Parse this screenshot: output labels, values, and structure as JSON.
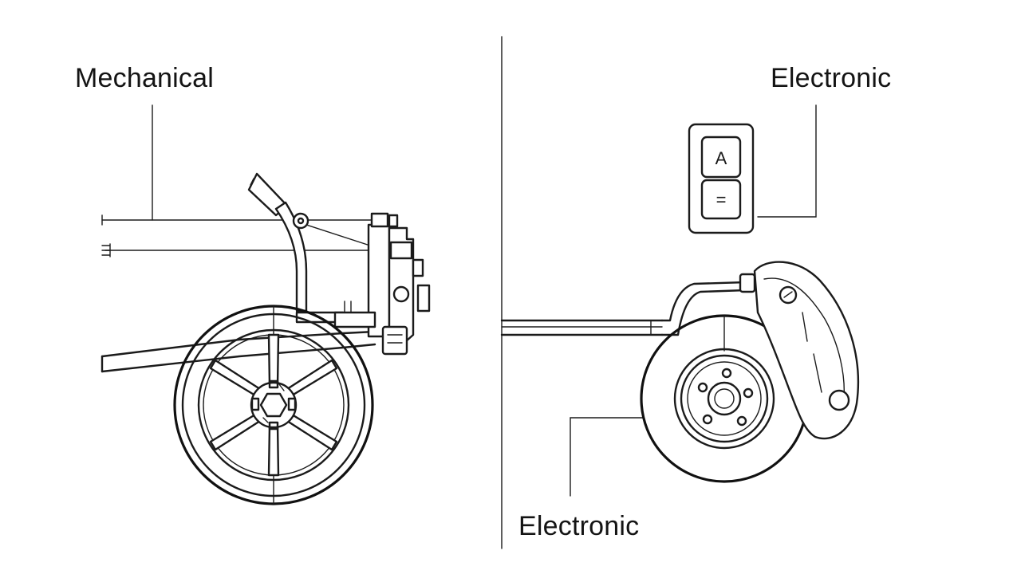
{
  "labels": {
    "mechanical": "Mechanical",
    "electronic_top": "Electronic",
    "electronic_bottom": "Electronic"
  },
  "switch": {
    "top_button": "A",
    "bottom_button": "="
  },
  "colors": {
    "line": "#1b1b1b",
    "background": "#ffffff"
  }
}
